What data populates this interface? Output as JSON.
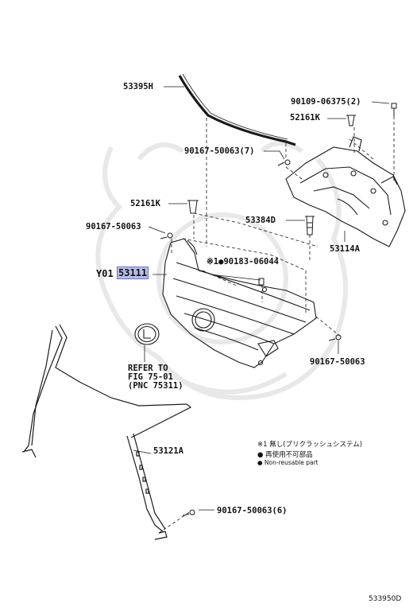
{
  "diagram_id": "533950D",
  "part_labels": {
    "p53395H": "53395H",
    "p90109": "90109-06375(2)",
    "p52161K_top": "52161K",
    "p90167_7": "90167-50063(7)",
    "p52161K_left": "52161K",
    "p53384D": "53384D",
    "p90167_left": "90167-50063",
    "p53114A": "53114A",
    "p90183": "※1●90183-06044",
    "y01_prefix": "Y01",
    "p53111": "53111",
    "p90167_right": "90167-50063",
    "p53121A": "53121A",
    "p90167_6": "90167-50063(6)"
  },
  "refer": {
    "line1": "REFER TO",
    "line2": "FIG 75-01",
    "line3": "(PNC 75311)"
  },
  "legend": {
    "line1": "※1 無し(プリクラッシュシステム)",
    "line2": "● 再使用不可部品",
    "line3": "● Non-reusable part"
  },
  "colors": {
    "line": "#1a1a1a",
    "highlight": "#b7bde6",
    "watermark": "#e6e6e6"
  }
}
